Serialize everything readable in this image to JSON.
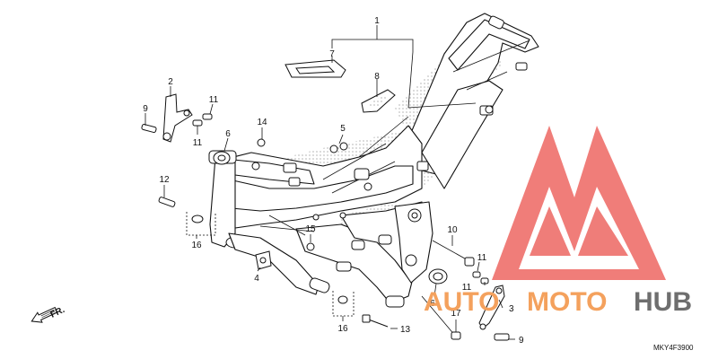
{
  "callouts": {
    "c1": "1",
    "c2": "2",
    "c3": "3",
    "c4": "4",
    "c5": "5",
    "c6a": "6",
    "c6b": "6",
    "c7": "7",
    "c8": "8",
    "c9a": "9",
    "c9b": "9",
    "c10": "10",
    "c11a": "11",
    "c11b": "11",
    "c11c": "11",
    "c11d": "11",
    "c12": "12",
    "c13": "13",
    "c14": "14",
    "c15": "15",
    "c16a": "16",
    "c16b": "16",
    "c17": "17"
  },
  "front_label": "FR.",
  "diagram_code": "MKY4F3900",
  "watermark": {
    "part1": "AUTO",
    "part2": "MOTO",
    "part3": "HUB",
    "color_red": "#e8413b",
    "color_orange": "#f4a15d",
    "color_gray": "#6e6e6e"
  }
}
